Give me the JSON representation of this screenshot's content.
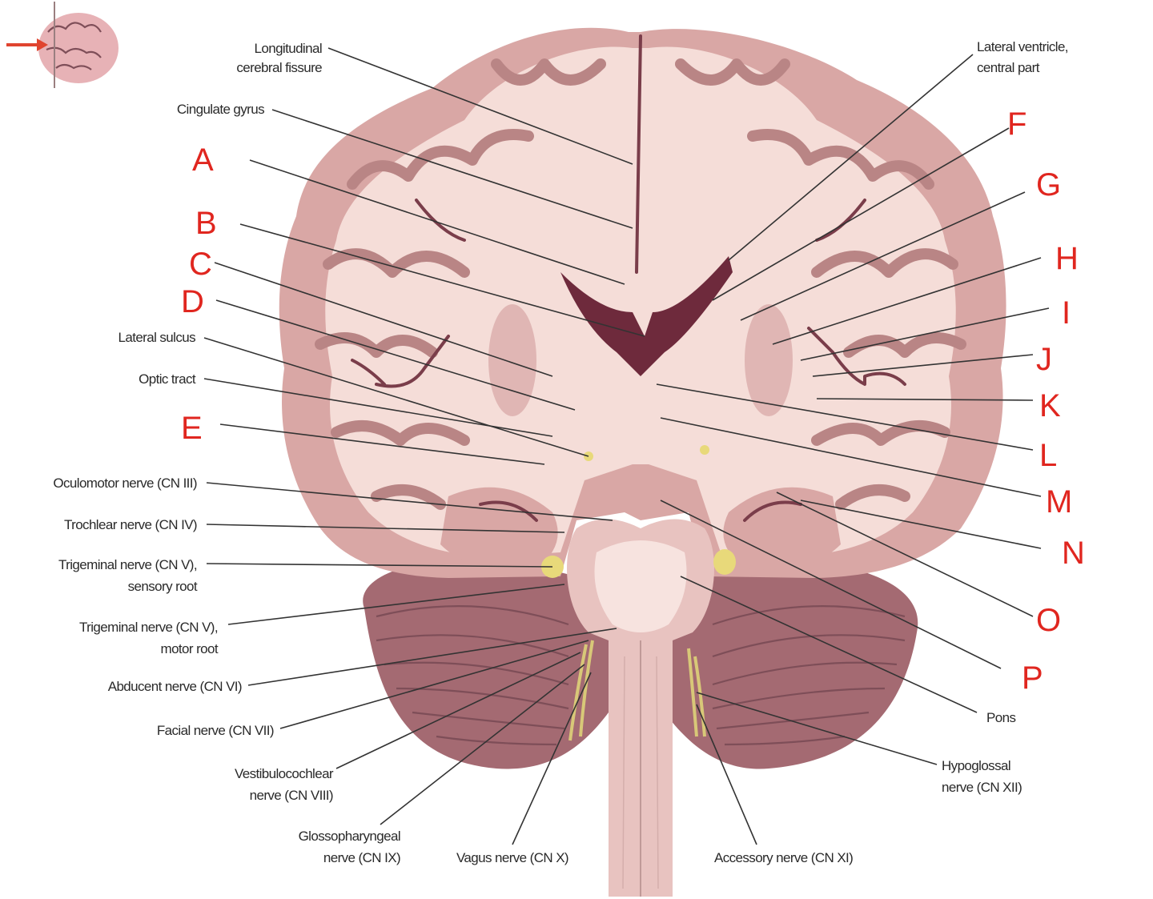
{
  "labels_left": {
    "longitudinal": [
      "Longitudinal",
      "cerebral fissure"
    ],
    "cingulate": "Cingulate gyrus",
    "lateral_sulcus": "Lateral sulcus",
    "optic_tract": "Optic tract",
    "oculomotor": "Oculomotor nerve (CN III)",
    "trochlear": "Trochlear nerve (CN IV)",
    "trigeminal_sensory": [
      "Trigeminal nerve (CN V),",
      "sensory root"
    ],
    "trigeminal_motor": [
      "Trigeminal nerve (CN V),",
      "motor root"
    ],
    "abducent": "Abducent nerve (CN VI)",
    "facial": "Facial nerve (CN VII)",
    "vestibulocochlear": [
      "Vestibulocochlear",
      "nerve (CN VIII)"
    ],
    "glossopharyngeal": [
      "Glossopharyngeal",
      "nerve (CN IX)"
    ],
    "vagus": "Vagus nerve (CN X)"
  },
  "labels_right": {
    "lateral_ventricle": [
      "Lateral ventricle,",
      "central part"
    ],
    "pons": "Pons",
    "hypoglossal": [
      "Hypoglossal",
      "nerve (CN XII)"
    ],
    "accessory": "Accessory nerve (CN XI)"
  },
  "letters": {
    "A": "A",
    "B": "B",
    "C": "C",
    "D": "D",
    "E": "E",
    "F": "F",
    "G": "G",
    "H": "H",
    "I": "I",
    "J": "J",
    "K": "K",
    "L": "L",
    "M": "M",
    "N": "N",
    "O": "O",
    "P": "P"
  },
  "colors": {
    "cortex": "#d9a7a5",
    "white_matter": "#f5ddd8",
    "ventricle": "#6e2a3c",
    "cerebellum": "#a46a72",
    "brainstem": "#e8c3c0",
    "nerve": "#e8d97a",
    "letter_red": "#e0261f"
  }
}
